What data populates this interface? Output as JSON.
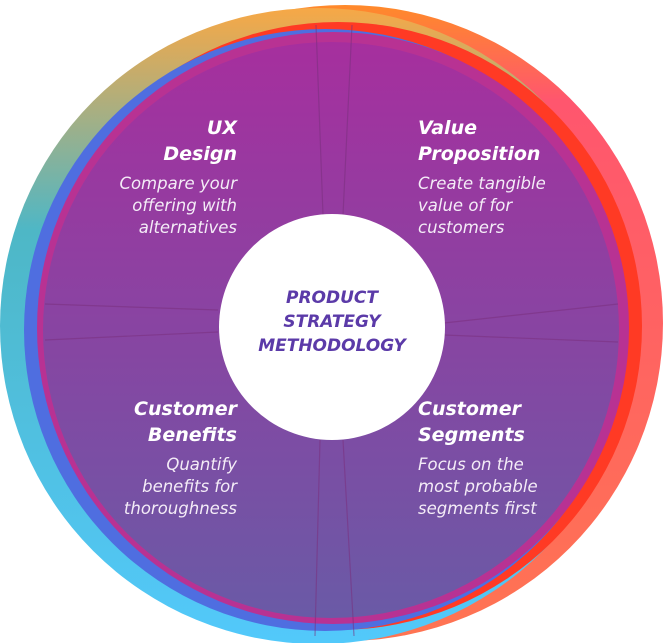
{
  "diagram": {
    "center": {
      "lines": [
        "PRODUCT",
        "STRATEGY",
        "METHODOLOGY"
      ]
    },
    "quadrants": [
      {
        "id": "ux-design",
        "position": "top-left",
        "title_lines": [
          "UX",
          "Design"
        ],
        "desc_lines": [
          "Compare your",
          "offering with",
          "alternatives"
        ]
      },
      {
        "id": "value-proposition",
        "position": "top-right",
        "title_lines": [
          "Value",
          "Proposition"
        ],
        "desc_lines": [
          "Create tangible",
          "value of for",
          "customers"
        ]
      },
      {
        "id": "customer-benefits",
        "position": "bottom-left",
        "title_lines": [
          "Customer",
          "Benefits"
        ],
        "desc_lines": [
          "Quantify",
          "benefits for",
          "thoroughness"
        ]
      },
      {
        "id": "customer-segments",
        "position": "bottom-right",
        "title_lines": [
          "Customer",
          "Segments"
        ],
        "desc_lines": [
          "Focus on the",
          "most probable",
          "segments first"
        ]
      }
    ],
    "colors": {
      "disk_top": "#a62f9e",
      "disk_bottom": "#6a5aa6",
      "center_fill": "#ffffff",
      "center_text": "#5b3aa8",
      "ring_orange": "#f7a846",
      "ring_teal": "#4eb7c6",
      "ring_blue": "#4f6ee0",
      "ring_cyan": "#52c9fb",
      "ring_pink": "#ff566e",
      "ring_red": "#ff3a24",
      "ring_salmon": "#ff7452",
      "ring_magenta": "#b83293"
    }
  }
}
